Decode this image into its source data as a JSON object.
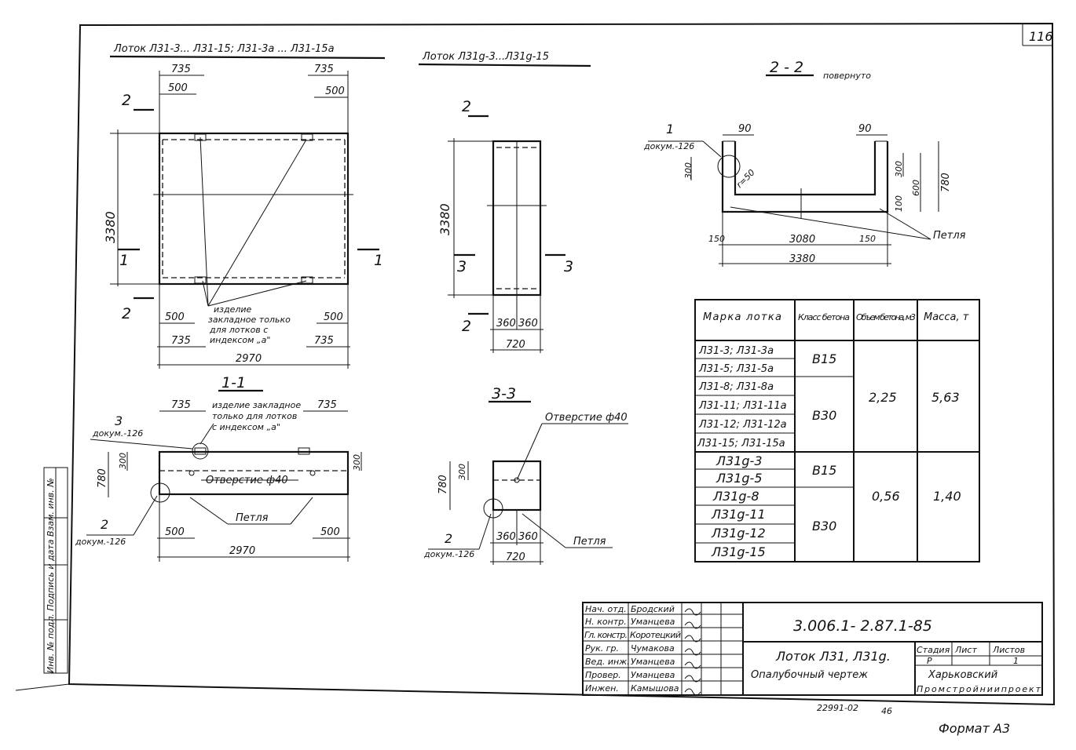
{
  "sheet": {
    "page_number": "116",
    "format": "Формат А3",
    "stamp_number": "22991-02",
    "stamp_page": "46",
    "margin_label": "Инв. № подл. Подпись и дата Взам. инв. №"
  },
  "views": {
    "plan1_title": "Лоток Л31-3... Л31-15; Л31-3а ... Л31-15а",
    "plan2_title": "Лоток Л31g-3...Л31g-15",
    "sec22_title": "2 - 2",
    "sec22_sub": "повернуто",
    "sec11_title": "1-1",
    "sec33_title": "3-3"
  },
  "labels": {
    "embed_note": [
      "изделие",
      "закладное только",
      "для лотков с",
      "индексом „а\""
    ],
    "embed_note2": [
      "изделие закладное",
      "только для лотков",
      "с индексом „а\""
    ],
    "hole": "Отверстие ф40",
    "hole2": "Отверстие ф40",
    "loop": "Петля",
    "loop2": "Петля",
    "loop3": "Петля",
    "doc1": "докум.-126",
    "doc2": "докум.-126",
    "doc3": "докум.-126",
    "doc4": "докум.-126",
    "cut2": "2",
    "cut1": "1",
    "cut3": "3",
    "r50": "r=50"
  },
  "dims": {
    "d735": "735",
    "d500": "500",
    "d3380": "3380",
    "d2970": "2970",
    "d720": "720",
    "d360": "360",
    "d90": "90",
    "d300": "300",
    "d100": "100",
    "d600": "600",
    "d780": "780",
    "d150": "150",
    "d3080": "3080"
  },
  "table": {
    "headers": [
      "Марка лотка",
      "Класс бетона",
      "Объем бетона, м3",
      "Масса, т"
    ],
    "marks": [
      "Л31-3; Л31-3а",
      "Л31-5; Л31-5а",
      "Л31-8; Л31-8а",
      "Л31-11; Л31-11а",
      "Л31-12; Л31-12а",
      "Л31-15; Л31-15а",
      "Л31g-3",
      "Л31g-5",
      "Л31g-8",
      "Л31g-11",
      "Л31g-12",
      "Л31g-15"
    ],
    "class_a1": "В15",
    "class_a2": "В30",
    "class_b1": "В15",
    "class_b2": "В30",
    "volume_a": "2,25",
    "volume_b": "0,56",
    "mass_a": "5,63",
    "mass_b": "1,40"
  },
  "title_block": {
    "doc_code": "3.006.1- 2.87.1-85",
    "name_line1": "Лоток Л31, Л31g.",
    "name_line2": "Опалубочный чертеж",
    "stage_h": "Стадия",
    "sheet_h": "Лист",
    "sheets_h": "Листов",
    "stage": "Р",
    "sheet_count": "1",
    "org1": "Харьковский",
    "org2": "Промстройниипроект",
    "roles": [
      "Нач. отд.",
      "Н. контр.",
      "Гл. констр.",
      "Рук. гр.",
      "Вед. инж.",
      "Провер.",
      "Инжен."
    ],
    "names": [
      "Бродский",
      "Уманцева",
      "Коротецкий",
      "Чумакова",
      "Уманцева",
      "Уманцева",
      "Камышова"
    ]
  }
}
